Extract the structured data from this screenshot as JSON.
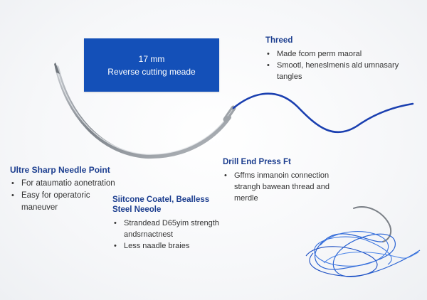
{
  "spec": {
    "line1": "17 mm",
    "line2": "Reverse cutting meade"
  },
  "callouts": {
    "thread": {
      "title": "Threed",
      "items": [
        "Made fcom perm maoral",
        "Smootl, heneslmenis ald umnasary tangles"
      ]
    },
    "point": {
      "title": "Ultre Sharp Needle Point",
      "items": [
        "For ataumatio aonetration",
        "Easy for operatoric maneuver"
      ]
    },
    "body": {
      "title": "Siitcone Coatel, Bealless Steel Neeole",
      "items": [
        "Strandead D65yim strength andsrnactnest",
        "Less naadle braies"
      ]
    },
    "drill": {
      "title": "Drill End Press Ft",
      "items": [
        "Gffms inmanoin connection strangh bawean thread and merdle"
      ]
    }
  },
  "bullet_glyph": "•",
  "colors": {
    "spec_box": "#1450b8",
    "title_text": "#1c3e8f",
    "suture": "#1a3fb0",
    "needle": "#8e9399"
  }
}
